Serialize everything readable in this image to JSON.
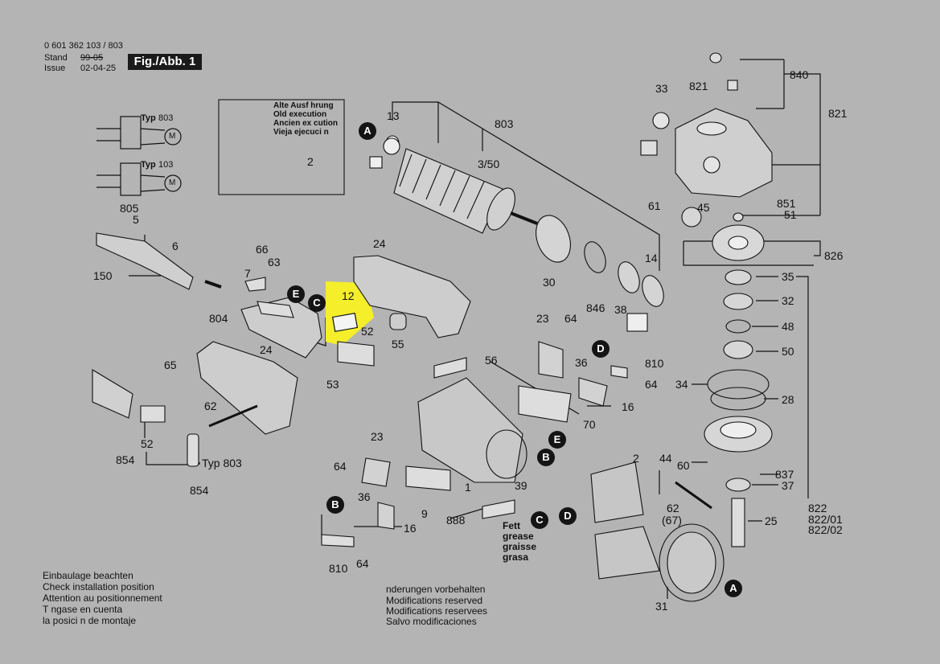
{
  "header": {
    "part_number": "0 601 362 103 / 803",
    "stand_label": "Stand",
    "stand_value": "99-05",
    "issue_label": "Issue",
    "issue_value": "02-04-25",
    "figure_label": "Fig./Abb. 1"
  },
  "type_labels": {
    "typ": "Typ",
    "typ_803": "803",
    "typ_103": "103",
    "motor": "M"
  },
  "old_version_note": [
    "Alte Ausf hrung",
    "Old execution",
    "Ancien ex cution",
    "Vieja ejecuci n"
  ],
  "badges": [
    "A",
    "B",
    "C",
    "D",
    "E"
  ],
  "part_numbers": {
    "p13": "13",
    "p803": "803",
    "p3_50": "3/50",
    "p33": "33",
    "p821a": "821",
    "p840": "840",
    "p821b": "821",
    "p2a": "2",
    "p805": "805",
    "p5": "5",
    "p6": "6",
    "p66": "66",
    "p63": "63",
    "p24a": "24",
    "p7": "7",
    "p150": "150",
    "p12": "12",
    "p52a": "52",
    "p804": "804",
    "p55": "55",
    "p30": "30",
    "p846": "846",
    "p38": "38",
    "p14": "14",
    "p61": "61",
    "p45": "45",
    "p851": "851",
    "p51": "51",
    "p826": "826",
    "p35": "35",
    "p32": "32",
    "p48": "48",
    "p50": "50",
    "p34": "34",
    "p28": "28",
    "p65": "65",
    "p24b": "24",
    "p53": "53",
    "p23a": "23",
    "p64a": "64",
    "p56": "56",
    "p36a": "36",
    "p810a": "810",
    "p64b": "64",
    "p16a": "16",
    "p70": "70",
    "p62a": "62",
    "p52b": "52",
    "p854a": "854",
    "p854b": "854",
    "p23b": "23",
    "p64c": "64",
    "p36b": "36",
    "p16b": "16",
    "p810b": "810",
    "p64d": "64",
    "p9": "9",
    "p888": "888",
    "p1": "1",
    "p39": "39",
    "p2b": "2",
    "p44": "44",
    "p60": "60",
    "p837": "837",
    "p37": "37",
    "p62b": "62",
    "p67": "(67)",
    "p25": "25",
    "p822": "822",
    "p822_01": "822/01",
    "p822_02": "822/02",
    "p31": "31"
  },
  "typ_803_bottom": "Typ 803",
  "grease_label": [
    "Fett",
    "grease",
    "graisse",
    "grasa"
  ],
  "installation_note": [
    "Einbaulage beachten",
    "Check installation position",
    "Attention au positionnement",
    "T ngase en cuenta",
    "la posici n de montaje"
  ],
  "modifications_note": [
    " nderungen vorbehalten",
    "Modifications reserved",
    "Modifications reservees",
    "Salvo modificaciones"
  ],
  "colors": {
    "background": "#b4b4b4",
    "ink": "#111111",
    "highlight": "#f5ee2a"
  }
}
